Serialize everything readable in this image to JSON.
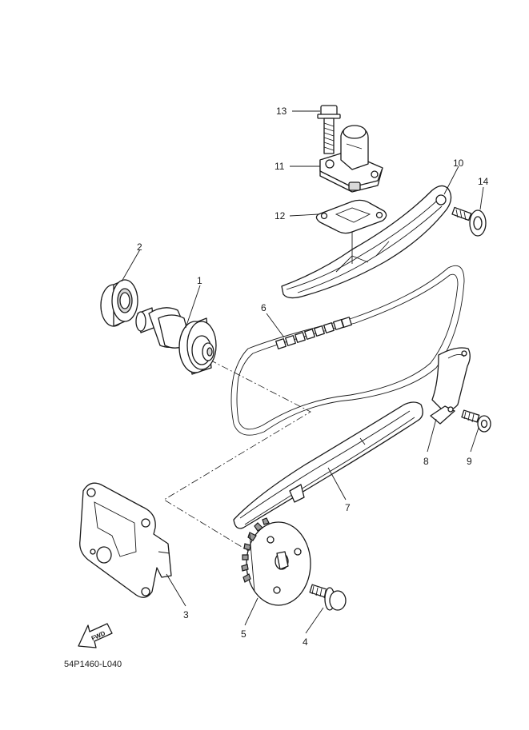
{
  "diagram": {
    "callouts": [
      "1",
      "2",
      "3",
      "4",
      "5",
      "6",
      "7",
      "8",
      "9",
      "10",
      "11",
      "12",
      "13",
      "14"
    ],
    "fwd_label": "FWD",
    "drawing_code": "54P1460-L040"
  }
}
